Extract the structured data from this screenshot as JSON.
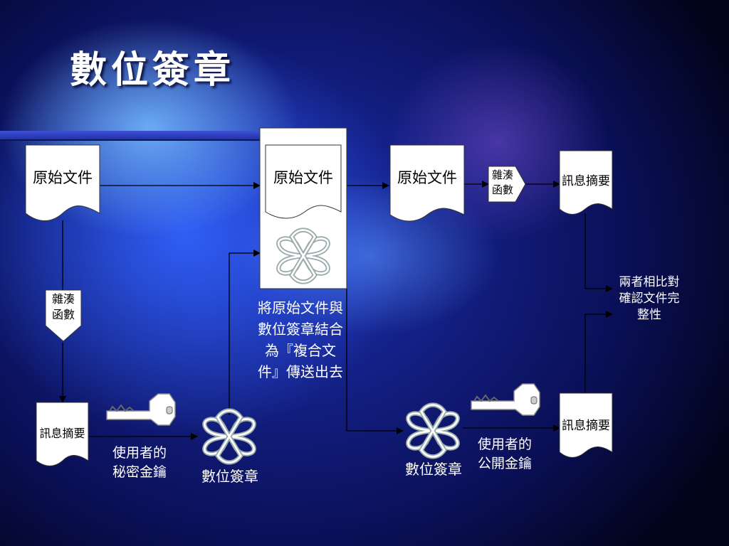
{
  "title": "數位簽章",
  "nodes": {
    "doc_original_left": "原始文件",
    "doc_original_center": "原始文件",
    "doc_original_right": "原始文件",
    "hash_left": "雜湊函數",
    "hash_right": "雜湊函數",
    "digest_left": "訊息摘要",
    "digest_top_right": "訊息摘要",
    "digest_bottom_right": "訊息摘要"
  },
  "labels": {
    "combine_note": "將原始文件與數位簽章結合為『複合文件』傳送出去",
    "private_key": "使用者的秘密金鑰",
    "public_key": "使用者的公開金鑰",
    "signature_left": "數位簽章",
    "signature_right": "數位簽章",
    "compare_note": "兩者相比對確認文件完整性"
  },
  "icons": {
    "key_left": "key-icon",
    "key_right": "key-icon",
    "knot_center": "endless-knot-icon",
    "knot_left": "endless-knot-icon",
    "knot_right": "endless-knot-icon"
  }
}
